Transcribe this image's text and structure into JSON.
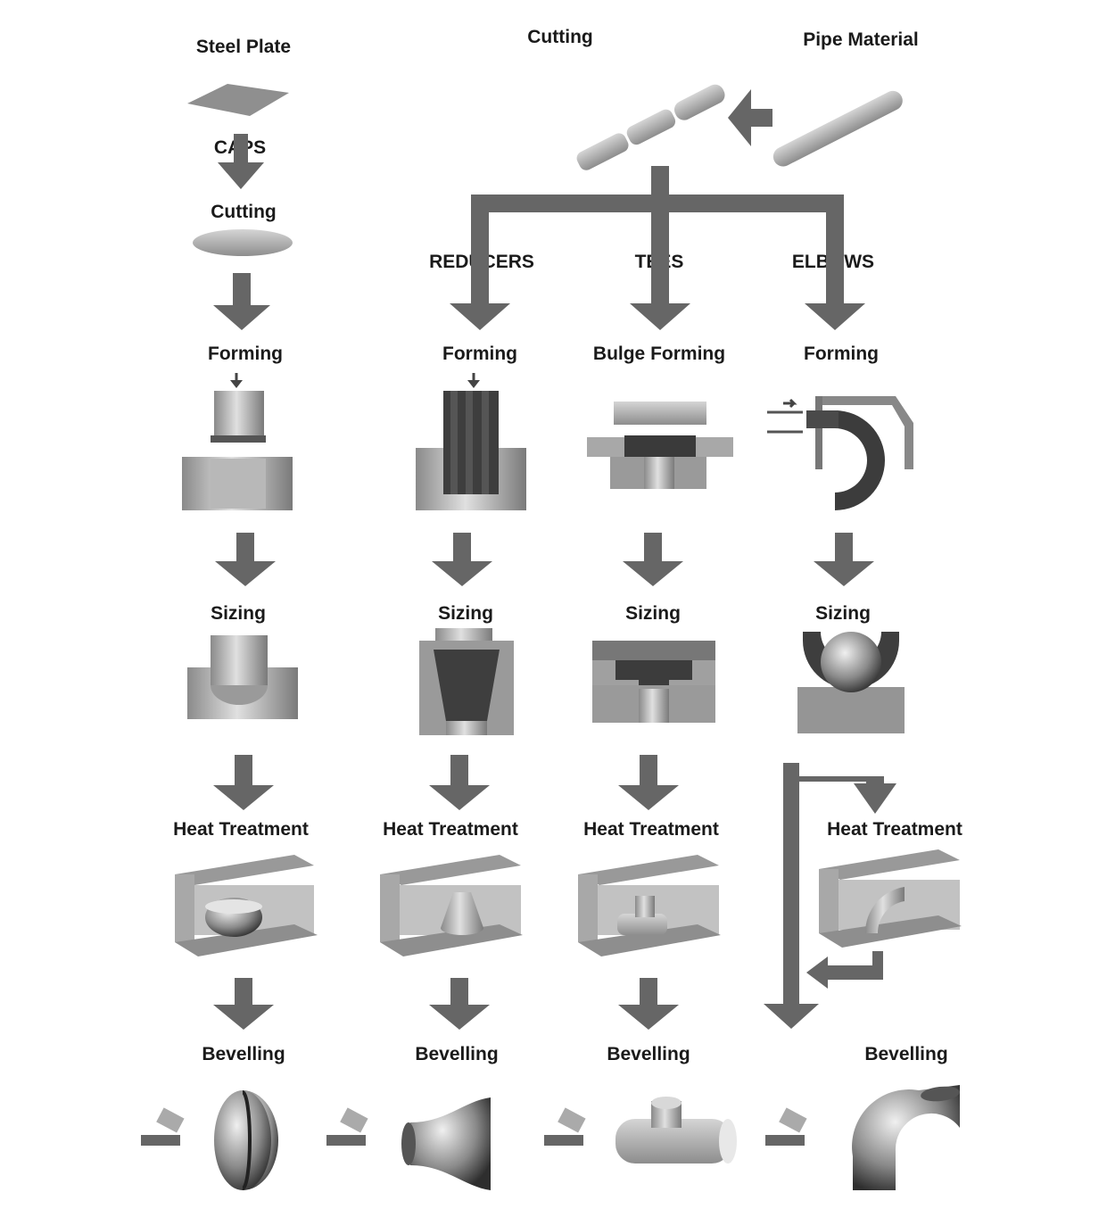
{
  "labels": {
    "steel_plate": "Steel Plate",
    "cutting_top": "Cutting",
    "pipe_material": "Pipe Material",
    "caps": "CAPS",
    "caps_cutting": "Cutting",
    "reducers": "REDUCERS",
    "tees": "TEES",
    "elbows": "ELBOWS",
    "caps_forming": "Forming",
    "reducers_forming": "Forming",
    "tees_forming": "Bulge Forming",
    "elbows_forming": "Forming",
    "caps_sizing": "Sizing",
    "reducers_sizing": "Sizing",
    "tees_sizing": "Sizing",
    "elbows_sizing": "Sizing",
    "caps_heat": "Heat Treatment",
    "reducers_heat": "Heat Treatment",
    "tees_heat": "Heat Treatment",
    "elbows_heat": "Heat Treatment",
    "caps_bevelling": "Bevelling",
    "reducers_bevelling": "Bevelling",
    "tees_bevelling": "Bevelling",
    "elbows_bevelling": "Bevelling"
  },
  "colors": {
    "arrow": "#666666",
    "part_light": "#c8c8c8",
    "part_mid": "#a3a3a3",
    "part_dark": "#555555"
  }
}
